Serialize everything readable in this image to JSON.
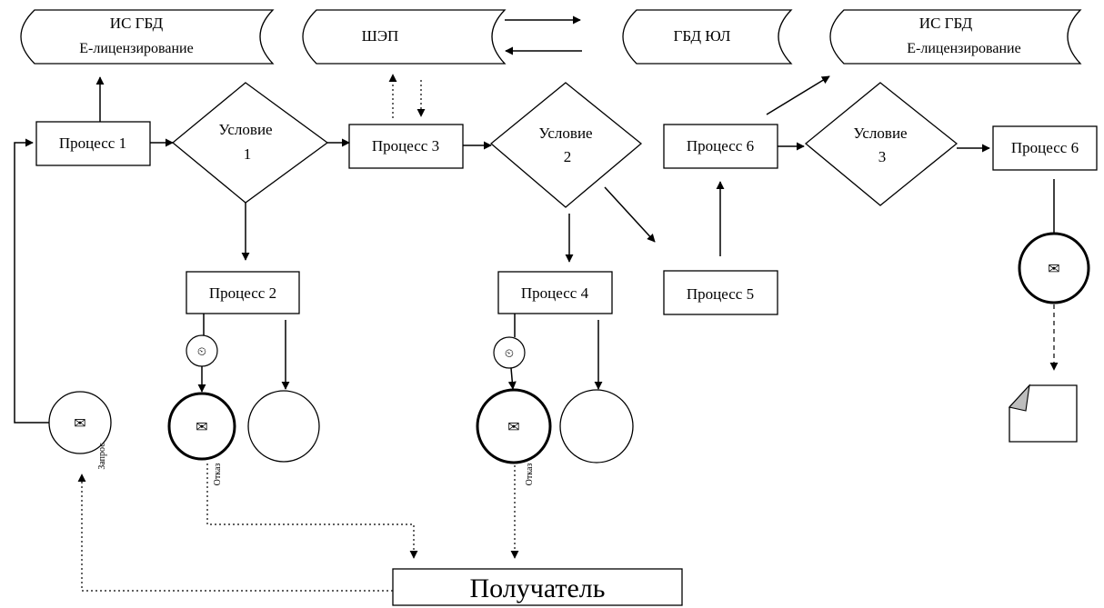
{
  "databases": {
    "is_gbd_left": {
      "line1": "ИС ГБД",
      "line2": "Е-лицензирование"
    },
    "shep": {
      "label": "ШЭП"
    },
    "gbd_ul": {
      "label": "ГБД ЮЛ"
    },
    "is_gbd_right": {
      "line1": "ИС ГБД",
      "line2": "Е-лицензирование"
    }
  },
  "processes": {
    "p1": "Процесс 1",
    "p2": "Процесс 2",
    "p3": "Процесс 3",
    "p4": "Процесс 4",
    "p5": "Процесс 5",
    "p6a": "Процесс 6",
    "p6b": "Процесс 6"
  },
  "conditions": {
    "c1": {
      "line1": "Условие",
      "line2": "1"
    },
    "c2": {
      "line1": "Условие",
      "line2": "2"
    },
    "c3": {
      "line1": "Условие",
      "line2": "3"
    }
  },
  "recipient": "Получатель",
  "side_labels": {
    "request": "Запрос",
    "refusal1": "Отказ",
    "refusal2": "Отказ"
  },
  "icons": {
    "envelope": "✉",
    "timer": "⏲"
  }
}
